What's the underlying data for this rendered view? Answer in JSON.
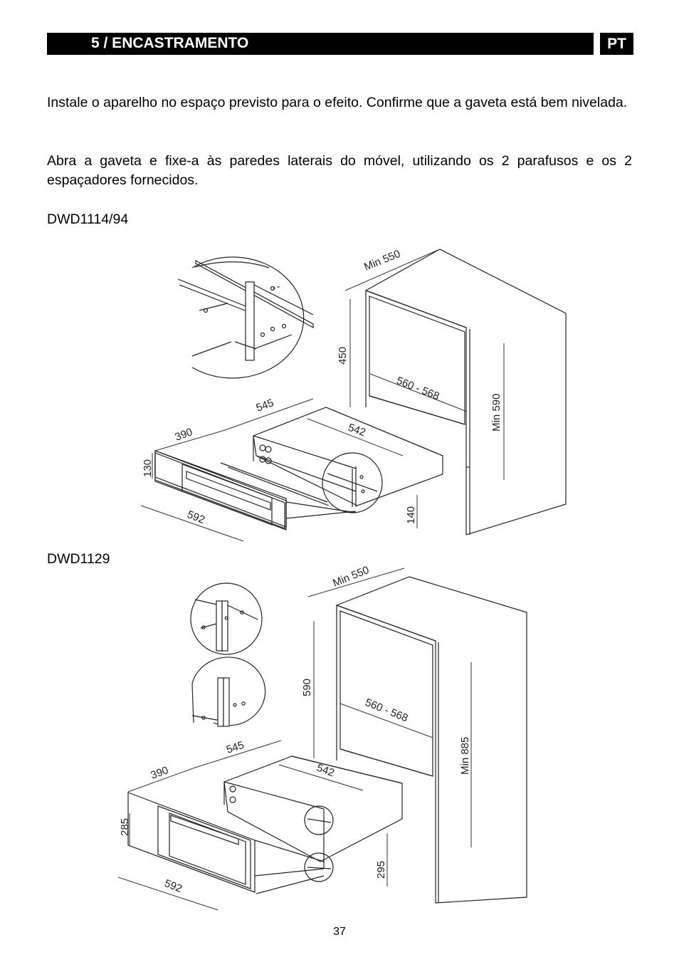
{
  "header": {
    "title": "5 / ENCASTRAMENTO",
    "language": "PT"
  },
  "paragraphs": [
    "Instale o aparelho no espaço previsto para o efeito. Confirme que a gaveta está bem nivelada.",
    "Abra a gaveta e fixe-a às paredes laterais do móvel, utilizando os 2 parafusos e os 2 espaçadores fornecidos."
  ],
  "figures": [
    {
      "model": "DWD1114/94",
      "dimensions": {
        "min_width": "Min 550",
        "height_450": "450",
        "depth_range": "560 - 568",
        "min_height": "Min 590",
        "depth_545": "545",
        "depth_390": "390",
        "width_542": "542",
        "height_130": "130",
        "height_140": "140",
        "width_592": "592"
      }
    },
    {
      "model": "DWD1129",
      "dimensions": {
        "min_width": "Min 550",
        "height_590": "590",
        "depth_range": "560 - 568",
        "min_height": "Min 885",
        "depth_545": "545",
        "depth_390": "390",
        "width_542": "542",
        "height_285": "285",
        "height_295": "295",
        "width_592": "592"
      }
    }
  ],
  "page_number": "37"
}
